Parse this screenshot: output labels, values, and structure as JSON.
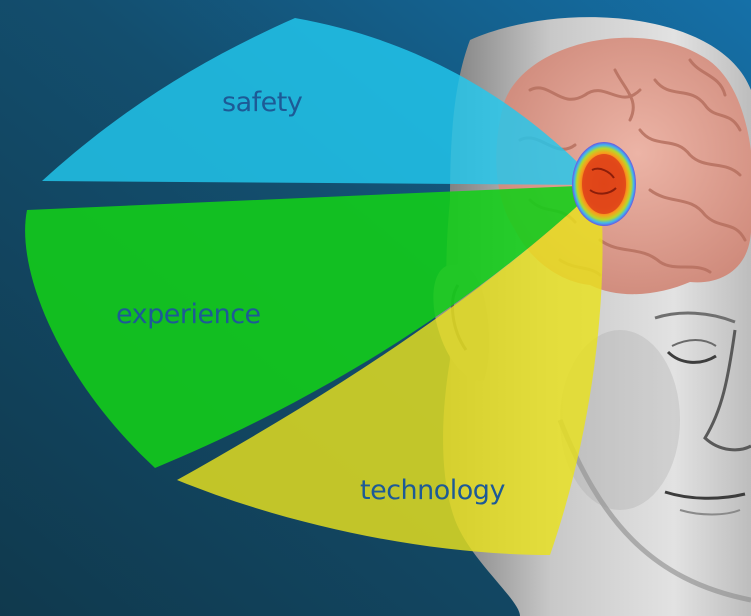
{
  "labels": {
    "safety": "safety",
    "experience": "experience",
    "technology": "technology"
  },
  "colors": {
    "background_top_right": "#1570a8",
    "background_bottom_left": "#10394d",
    "safety": "#22c8ee",
    "experience": "#12cf18",
    "technology": "#e9e21d",
    "brain": "#e0a091",
    "hotspot": "#e8461a",
    "label_text": "#1d5a96"
  },
  "icons": [
    "human-head-illustration",
    "brain-illustration",
    "brain-hotspot"
  ]
}
